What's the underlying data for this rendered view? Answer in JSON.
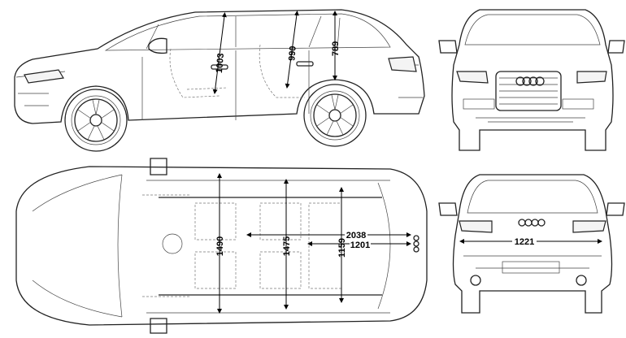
{
  "title": "Audi Q7 blueprint",
  "views": [
    "side",
    "front",
    "top",
    "rear"
  ],
  "dimensions": {
    "side_front_headroom": "1003",
    "side_rear_headroom": "990",
    "side_third_row_headroom": "789",
    "top_cargo_length_max": "2038",
    "top_cargo_length": "1201",
    "top_front_width": "1490",
    "top_rear_width": "1475",
    "top_cargo_width": "1159",
    "rear_load_width": "1221"
  },
  "colors": {
    "line": "#222222",
    "background": "#ffffff"
  }
}
